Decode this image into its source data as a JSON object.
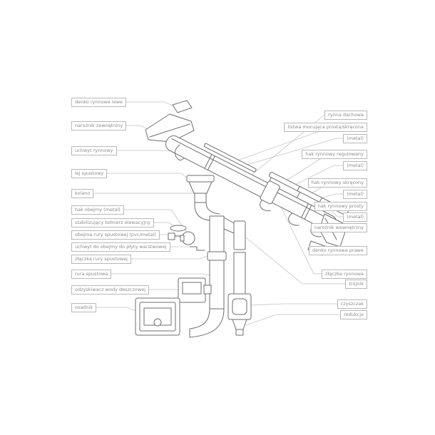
{
  "diagram": {
    "left_labels": [
      "denko rynnowe lewe",
      "narożnik zewnętrzny",
      "uchwyt rynnowy",
      "lej spustowy",
      "kolano",
      "hak obejmy (metal)",
      "stabilizujący kołnierz elewacyjny",
      "obejma rury spustowej (pvc/metal)",
      "uchwyt do obejmy do płyty warstwowej",
      "złączka rury spustowej",
      "rura spustowa",
      "odzyskiwacz wody deszczowej",
      "osadnik"
    ],
    "right_labels": [
      "rynna dachowa",
      "listwa mocująca prosta/skręcona",
      "(metal)",
      "hak rynnowy regulowany",
      "(metal)",
      "hak rynnowy skręcony",
      "(metal)",
      "hak rynnowy prosty",
      "(metal)",
      "narożnik wewnętrzny",
      "denko rynnowe prawe",
      "złączka rynnowa",
      "trójnik",
      "czyszczak",
      "redukcja"
    ]
  },
  "colors": {
    "stroke": "#6e6e6e",
    "connector": "#c4c4c4",
    "label_border": "#b8b8b8",
    "label_text": "#8c8c8c"
  }
}
